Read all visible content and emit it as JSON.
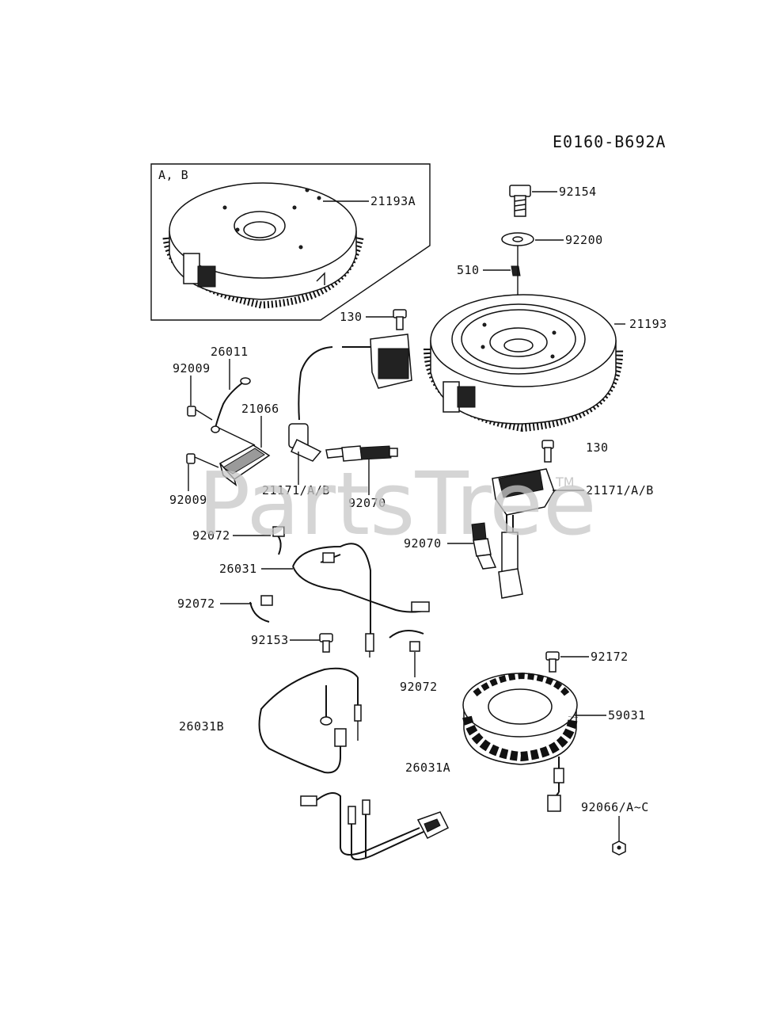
{
  "diagram_code": "E0160-B692A",
  "inset_label": "A, B",
  "watermark": "PartsTree",
  "watermark_tm": "TM",
  "parts": {
    "p21193A": "21193A",
    "p92154": "92154",
    "p92200": "92200",
    "p510": "510",
    "p130a": "130",
    "p21193": "21193",
    "p26011": "26011",
    "p92009a": "92009",
    "p21066": "21066",
    "p92009b": "92009",
    "p21171a": "21171/A/B",
    "p92070a": "92070",
    "p130b": "130",
    "p21171b": "21171/A/B",
    "p92072a": "92072",
    "p92070b": "92070",
    "p26031": "26031",
    "p92072b": "92072",
    "p92153": "92153",
    "p92172": "92172",
    "p92072c": "92072",
    "p59031": "59031",
    "p26031B": "26031B",
    "p26031A": "26031A",
    "p92066": "92066/A~C"
  }
}
